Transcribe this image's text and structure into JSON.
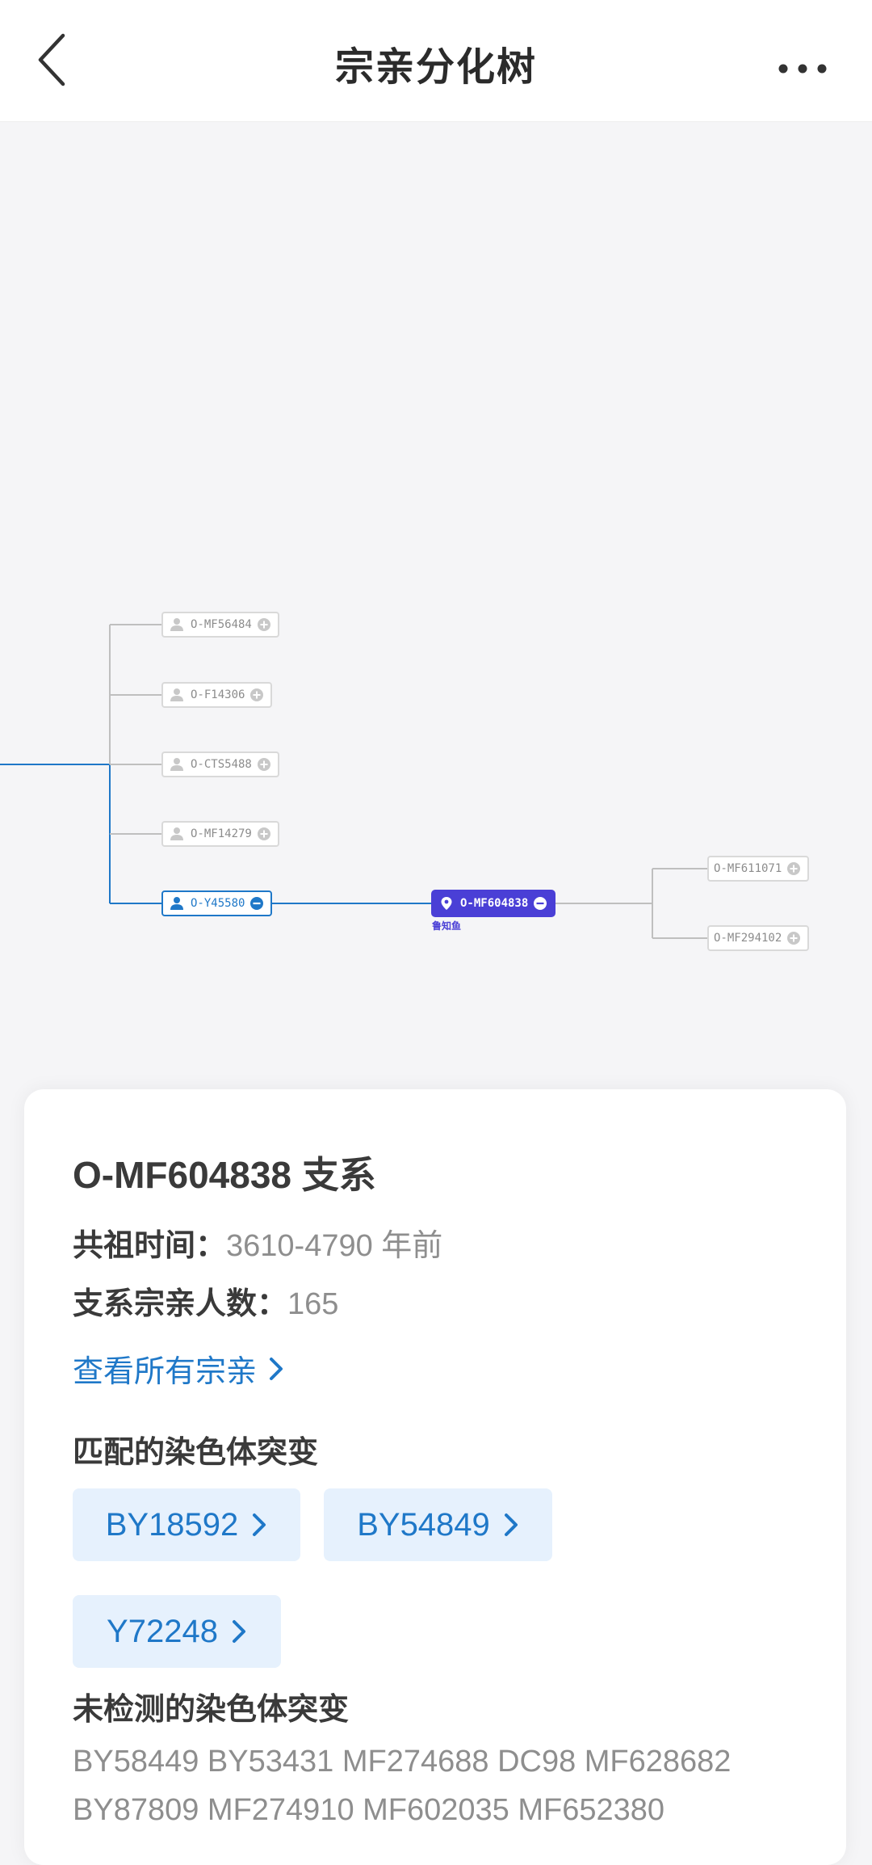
{
  "header": {
    "title": "宗亲分化树",
    "back_icon": "chevron-left-icon",
    "more_icon": "more-horizontal-icon"
  },
  "tree": {
    "branch_nodes": [
      {
        "label": "O-MF56484",
        "icon": "person-icon",
        "action_icon": "plus-circle-icon"
      },
      {
        "label": "O-F14306",
        "icon": "person-icon",
        "action_icon": "plus-circle-icon"
      },
      {
        "label": "O-CTS5488",
        "icon": "person-icon",
        "action_icon": "plus-circle-icon"
      },
      {
        "label": "O-MF14279",
        "icon": "person-icon",
        "action_icon": "plus-circle-icon"
      }
    ],
    "active_node": {
      "label": "O-Y45580",
      "icon": "person-icon",
      "action_icon": "minus-circle-icon"
    },
    "selected_node": {
      "label": "O-MF604838",
      "icon": "location-pin-icon",
      "action_icon": "minus-circle-icon",
      "caption": "鲁知鱼"
    },
    "child_nodes": [
      {
        "label": "O-MF611071",
        "action_icon": "plus-circle-icon"
      },
      {
        "label": "O-MF294102",
        "action_icon": "plus-circle-icon"
      }
    ],
    "colors": {
      "active": "#1f78c8",
      "selected": "#4a3fd6",
      "inactive": "#bfbfbf"
    }
  },
  "detail": {
    "title": "O-MF604838 支系",
    "ancestor_time_label": "共祖时间：",
    "ancestor_time_value": "3610-4790 年前",
    "member_count_label": "支系宗亲人数：",
    "member_count_value": "165",
    "view_all_link": "查看所有宗亲",
    "matched_title": "匹配的染色体突变",
    "matched_mutations": [
      "BY18592",
      "BY54849",
      "Y72248"
    ],
    "untested_title": "未检测的染色体突变",
    "untested_mutations": "BY58449 BY53431 MF274688 DC98 MF628682 BY87809 MF274910 MF602035 MF652380"
  }
}
